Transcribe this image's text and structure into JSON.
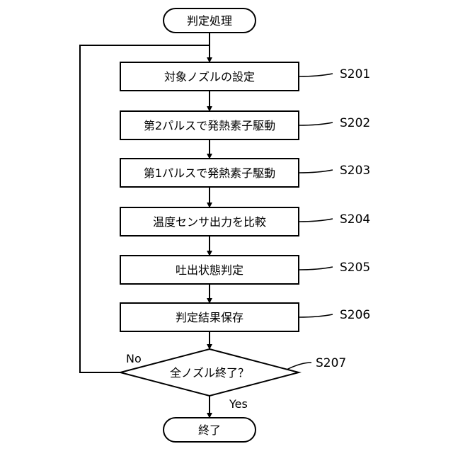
{
  "flowchart": {
    "start": "判定処理",
    "steps": [
      {
        "id": "S201",
        "label": "対象ノズルの設定"
      },
      {
        "id": "S202",
        "label": "第2パルスで発熱素子駆動"
      },
      {
        "id": "S203",
        "label": "第1パルスで発熱素子駆動"
      },
      {
        "id": "S204",
        "label": "温度センサ出力を比較"
      },
      {
        "id": "S205",
        "label": "吐出状態判定"
      },
      {
        "id": "S206",
        "label": "判定結果保存"
      }
    ],
    "decision": {
      "id": "S207",
      "label": "全ノズル終了？",
      "no": "No",
      "yes": "Yes"
    },
    "end": "終了"
  }
}
